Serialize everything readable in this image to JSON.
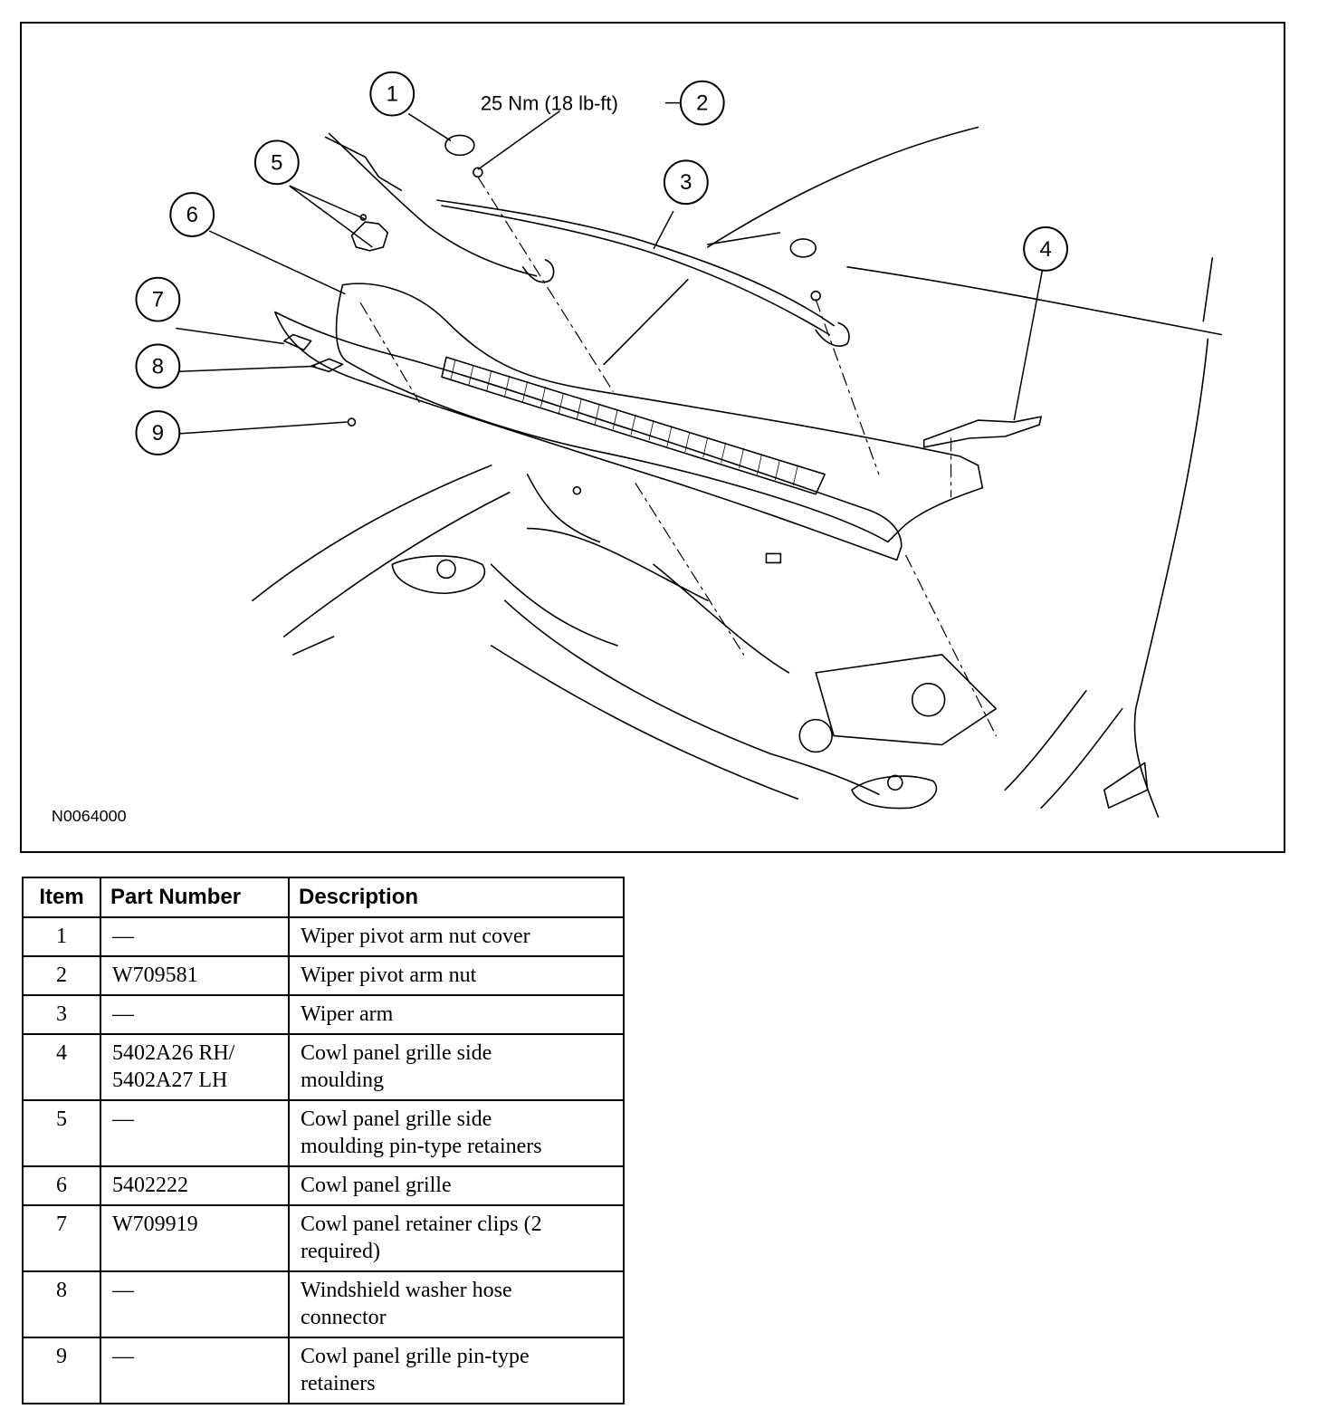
{
  "figure": {
    "torque_spec": "25 Nm (18 lb-ft)",
    "figure_id": "N0064000",
    "callouts": [
      "1",
      "2",
      "3",
      "4",
      "5",
      "6",
      "7",
      "8",
      "9"
    ]
  },
  "table": {
    "headers": {
      "item": "Item",
      "part_number": "Part Number",
      "description": "Description"
    },
    "rows": [
      {
        "item": "1",
        "part_number": "—",
        "description": "Wiper pivot arm nut cover"
      },
      {
        "item": "2",
        "part_number": "W709581",
        "description": "Wiper pivot arm nut"
      },
      {
        "item": "3",
        "part_number": "—",
        "description": "Wiper arm"
      },
      {
        "item": "4",
        "part_number_lines": [
          "5402A26 RH/",
          "5402A27 LH"
        ],
        "description_lines": [
          "Cowl panel grille side",
          "moulding"
        ]
      },
      {
        "item": "5",
        "part_number": "—",
        "description_lines": [
          "Cowl panel grille side",
          "moulding pin-type retainers"
        ]
      },
      {
        "item": "6",
        "part_number": "5402222",
        "description": "Cowl panel grille"
      },
      {
        "item": "7",
        "part_number": "W709919",
        "description_lines": [
          "Cowl panel retainer clips (2",
          "required)"
        ]
      },
      {
        "item": "8",
        "part_number": "—",
        "description_lines": [
          "Windshield washer hose",
          "connector"
        ]
      },
      {
        "item": "9",
        "part_number": "—",
        "description_lines": [
          "Cowl panel grille pin-type",
          "retainers"
        ]
      }
    ]
  }
}
